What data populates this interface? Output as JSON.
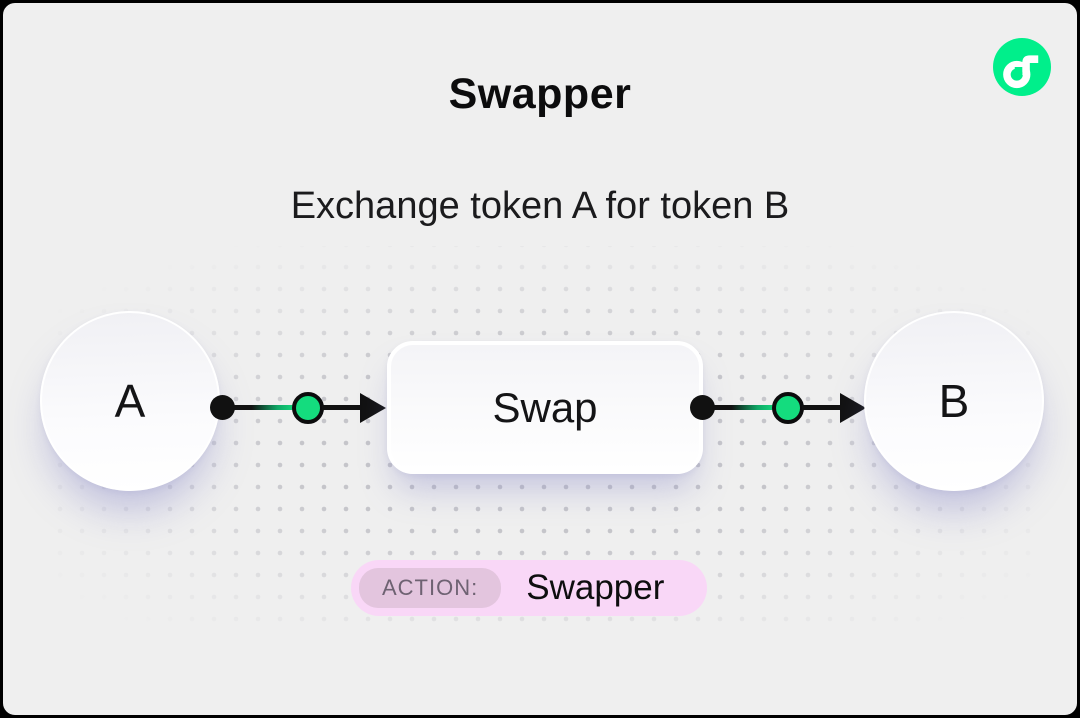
{
  "page": {
    "title": "Swapper",
    "subtitle": "Exchange token A for token B"
  },
  "logo": {
    "name": "Flow",
    "color": "#00EF8B"
  },
  "diagram": {
    "nodes": [
      {
        "id": "token-a",
        "type": "token",
        "label": "A"
      },
      {
        "id": "swap",
        "type": "action",
        "label": "Swap"
      },
      {
        "id": "token-b",
        "type": "token",
        "label": "B"
      }
    ],
    "edges": [
      {
        "from": "token-a",
        "to": "swap"
      },
      {
        "from": "swap",
        "to": "token-b"
      }
    ],
    "connector_green": "#14DC7E",
    "connector_black": "#111111"
  },
  "action_badge": {
    "label": "ACTION:",
    "value": "Swapper"
  },
  "colors": {
    "card_background": "#EFEFEF",
    "card_border": "#000000",
    "dot_pattern": "#C5C5CA",
    "badge_background": "#F9D7F7",
    "badge_label_background": "#E3C5DE",
    "accent_green": "#00EF8B"
  }
}
